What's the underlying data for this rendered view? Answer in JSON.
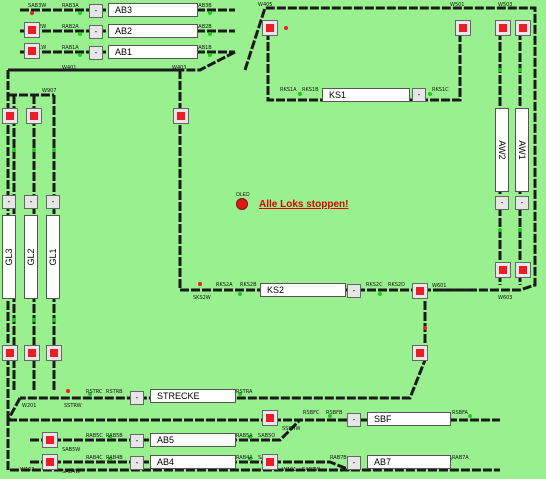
{
  "stop_button": {
    "label": "Alle Loks stoppen!",
    "lamp_label": "OLED"
  },
  "blocks": {
    "ab3": "AB3",
    "ab2": "AB2",
    "ab1": "AB1",
    "ks1": "KS1",
    "aw2": "AW2",
    "aw1": "AW1",
    "gl3": "GL3",
    "gl2": "GL2",
    "gl1": "GL1",
    "ks2": "KS2",
    "strecke": "STRECKE",
    "sbf": "SBF",
    "ab5": "AB5",
    "ab4": "AB4",
    "ab7": "AB7"
  },
  "dash_label": "-",
  "labels": {
    "sab3w": "SAB3W",
    "sab2w": "SAB2W",
    "sab1w": "SAB1W",
    "rab3a": "RAB3A",
    "rab2a": "RAB2A",
    "rab1a": "RAB1A",
    "rab3b": "RAB3B",
    "rab2b": "RAB2B",
    "rab1b": "RAB1B",
    "w405": "W405",
    "w501": "W501",
    "w503": "W503",
    "w401": "W401",
    "w403": "W403",
    "w907": "W907",
    "rks1a": "RKS1A",
    "rks1b": "RKS1B",
    "rks1c": "RKS1C",
    "sks2w": "SKS2W",
    "rks2a": "RKS2A",
    "rks2b": "RKS2B",
    "rks2c": "RKS2C",
    "rks2d": "RKS2D",
    "w601": "W601",
    "w603": "W603",
    "w201": "W201",
    "sstrw": "SSTRW",
    "rstrc": "RSTRC",
    "rstrb": "RSTRB",
    "rstra": "RSTRA",
    "ssbhw": "SSBHW",
    "rsbfc": "RSBFC",
    "rsbfb": "RSBFB",
    "rsbfa": "RSBFA",
    "rab5c": "RAB5C",
    "rab5b": "RAB5B",
    "rab5a": "RAB5A",
    "sab5o": "SAB5O",
    "rab4c": "RAB4C",
    "rab4b": "RAB4B",
    "rab4a": "RAB4A",
    "sab4o": "SAB4O",
    "sab5w": "SAB5W",
    "sab4w": "SAB4W",
    "rab7b": "RAB7B",
    "rab7a": "RAB7A",
    "sab7w": "SAB7W",
    "w101": "W101",
    "w103": "W103"
  },
  "colors": {
    "background": "#99f08f",
    "track": "#1a1a1a",
    "signal_red": "#ee1c24",
    "signal_green": "#1ecb1e",
    "stop_text": "#e00000"
  }
}
